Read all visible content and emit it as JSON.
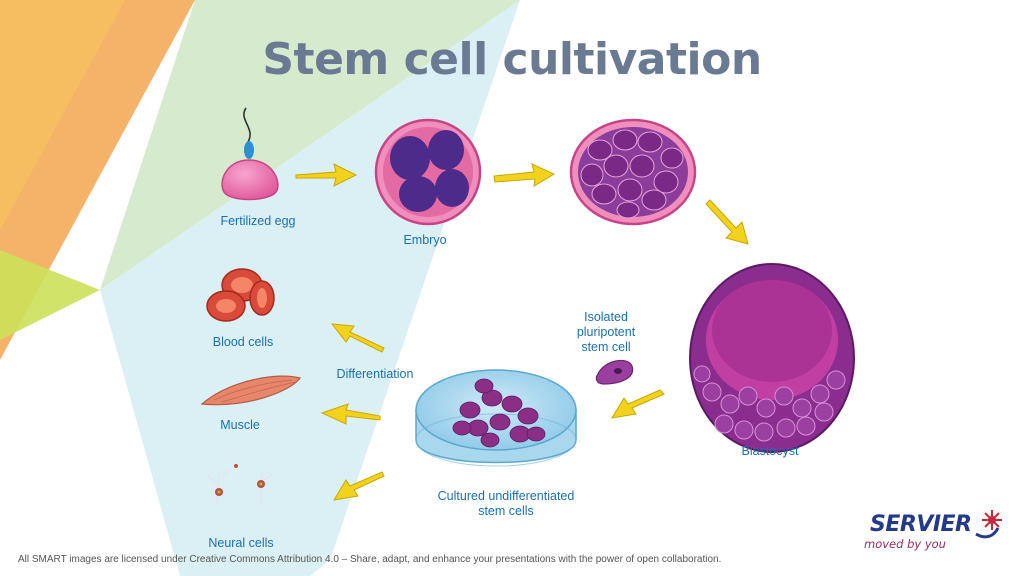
{
  "title": "Stem cell cultivation",
  "labels": {
    "fertilized_egg": "Fertilized egg",
    "embryo": "Embryo",
    "blastocyst": "Blastocyst",
    "isolated": "Isolated\npluripotent\nstem cell",
    "cultured": "Cultured undifferentiated\nstem cells",
    "differentiation": "Differentiation",
    "blood_cells": "Blood cells",
    "muscle": "Muscle",
    "neural_cells": "Neural cells"
  },
  "footer": "All SMART images are licensed under Creative Commons Attribution 4.0 – Share, adapt, and enhance your presentations with the power of open collaboration.",
  "logo": {
    "word": "SERVIER",
    "tagline": "moved by you"
  },
  "colors": {
    "title": "#6b7a93",
    "label": "#1a6fb5",
    "arrow": "#f2d21c",
    "cell_purple": "#7a2a86",
    "pink": "#e0579a"
  }
}
